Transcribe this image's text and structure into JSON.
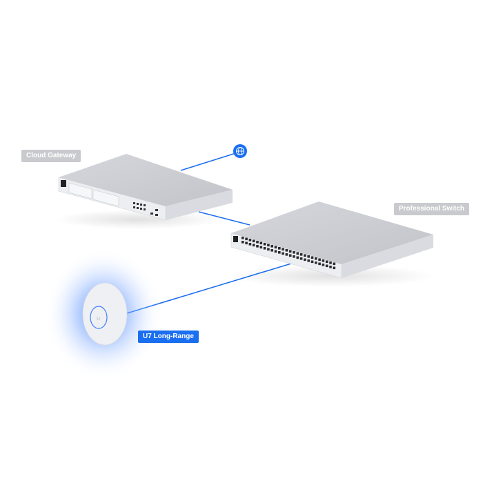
{
  "devices": {
    "gateway": {
      "label": "Cloud Gateway"
    },
    "switch": {
      "label": "Professional Switch"
    },
    "access_point": {
      "label": "U7 Long-Range"
    },
    "internet": {
      "icon": "globe-icon"
    }
  },
  "colors": {
    "link": "#1a6ef0",
    "label_gray": "#c9cacd",
    "label_blue": "#1a6ef0"
  }
}
